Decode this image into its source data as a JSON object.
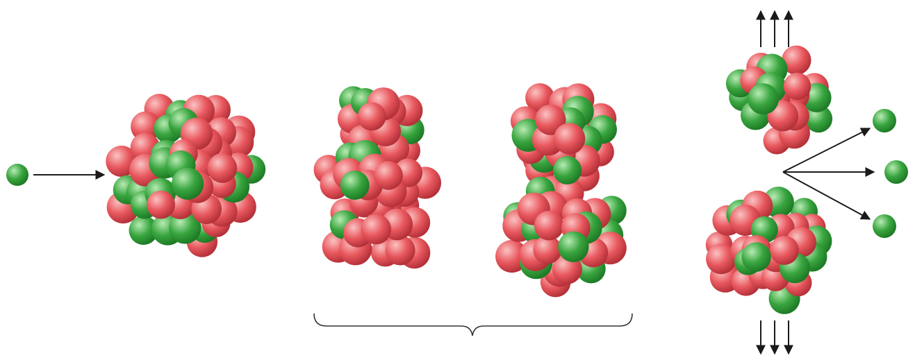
{
  "colors": {
    "proton": "#e8585e",
    "proton_highlight": "#fbc2c2",
    "proton_shadow": "#b43038",
    "neutron": "#39a53f",
    "neutron_highlight": "#b7ebb3",
    "neutron_shadow": "#1d7a25",
    "arrow": "#1a1a1a",
    "brace": "#333333"
  },
  "stages": [
    {
      "name": "incoming-neutron"
    },
    {
      "name": "target-nucleus"
    },
    {
      "name": "elongated-nucleus"
    },
    {
      "name": "splitting-nucleus"
    },
    {
      "name": "fission-fragments"
    },
    {
      "name": "released-neutrons",
      "count": 3
    }
  ],
  "icons": [
    "neutron-icon",
    "arrow-right-icon",
    "arrow-up-icon",
    "arrow-down-icon",
    "brace-icon"
  ]
}
